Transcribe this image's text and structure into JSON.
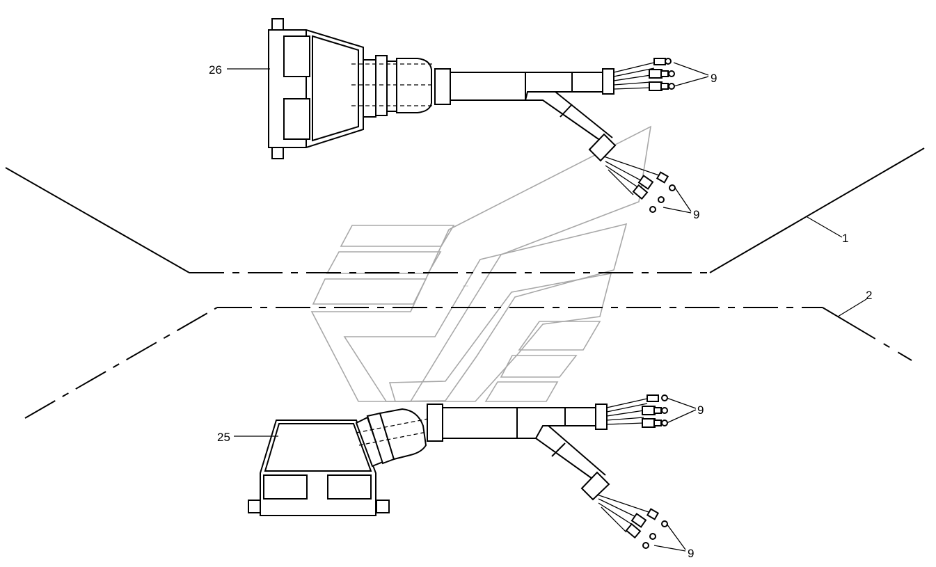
{
  "callouts": {
    "part_26": "26",
    "part_25": "25",
    "part_1": "1",
    "part_2": "2",
    "part_9_top_right": "9",
    "part_9_top_lower": "9",
    "part_9_bottom_right": "9",
    "part_9_bottom_lower": "9"
  },
  "colors": {
    "line": "#000000",
    "watermark": "#a8a8a8",
    "background": "#ffffff"
  }
}
